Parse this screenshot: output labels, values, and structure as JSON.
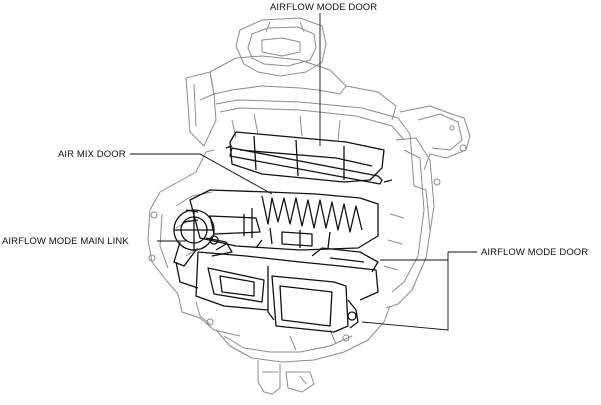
{
  "labels": {
    "airflow_mode_door_top": "AIRFLOW MODE DOOR",
    "air_mix_door": "AIR MIX DOOR",
    "airflow_mode_main_link": "AIRFLOW MODE MAIN LINK",
    "airflow_mode_door_right": "AIRFLOW MODE DOOR"
  },
  "colors": {
    "outline_dark": "#111111",
    "outline_light": "#8c8c8c",
    "background": "#ffffff"
  }
}
